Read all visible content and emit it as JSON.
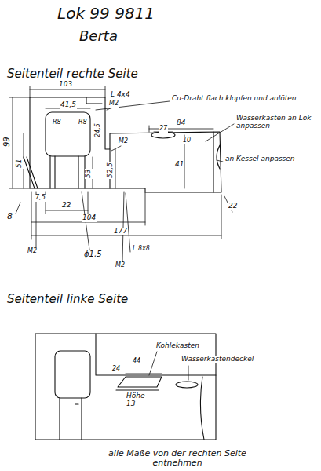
{
  "diagram": {
    "title": "Lok 99 9811",
    "caption": "alle Maße von der rechten Seite entnehmen",
    "labels": [
      "Berta",
      "Seitenteil rechte Seite",
      "103",
      "41,5",
      "R8",
      "R8",
      "24,5",
      "L 4x4",
      "M2",
      "Cu-Draht flach klopfen und anlöten",
      "Wasserkasten an Lok anpassen",
      "84",
      "27",
      "10",
      "M2",
      "an Kessel anpassen",
      "99",
      "51",
      "53",
      "52,5",
      "41",
      "22",
      "8",
      "7,5",
      "22",
      "104",
      "177",
      "M2",
      "ϕ1,5",
      "M2",
      "L 8x8",
      "Seitenteil linke Seite",
      "Kohlekasten",
      "Wasserkastendeckel",
      "44",
      "24",
      "Höhe 13"
    ]
  }
}
